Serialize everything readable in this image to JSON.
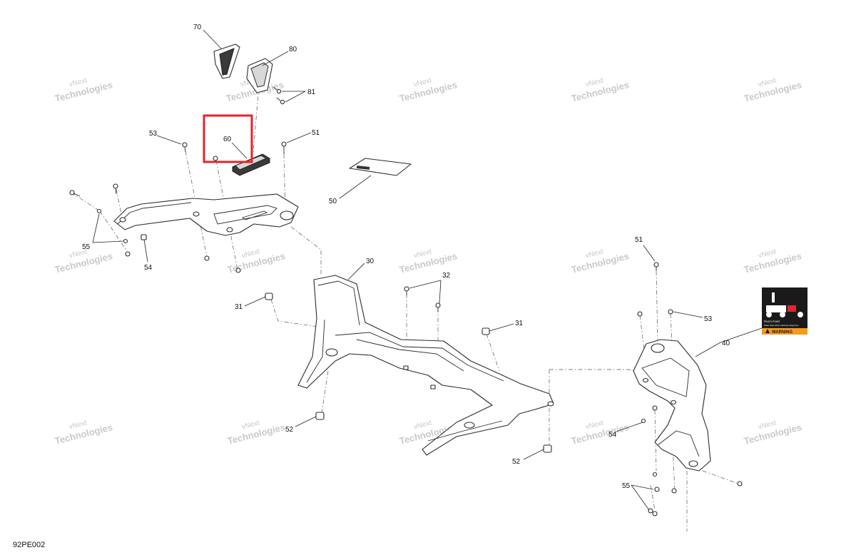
{
  "watermark": {
    "line1": "vNext",
    "line2": "Technologies"
  },
  "callouts": {
    "c70": "70",
    "c80": "80",
    "c81": "81",
    "c60": "60",
    "c53a": "53",
    "c51a": "51",
    "c50": "50",
    "c55a": "55",
    "c54a": "54",
    "c30": "30",
    "c32": "32",
    "c31a": "31",
    "c31b": "31",
    "c51b": "51",
    "c53b": "53",
    "c40": "40",
    "c52a": "52",
    "c52b": "52",
    "c54b": "54",
    "c55b": "55"
  },
  "diagram_code": "92PE002",
  "warning_label": {
    "heading": "WARNING",
    "line1": "PINCH POINT",
    "line2": "Keep clear when lowering cargo box"
  },
  "colors": {
    "highlight": "#e3262b",
    "warning_band": "#f39a1f",
    "label_black": "#1a1a1a",
    "watermark": "#c9c9c9"
  }
}
